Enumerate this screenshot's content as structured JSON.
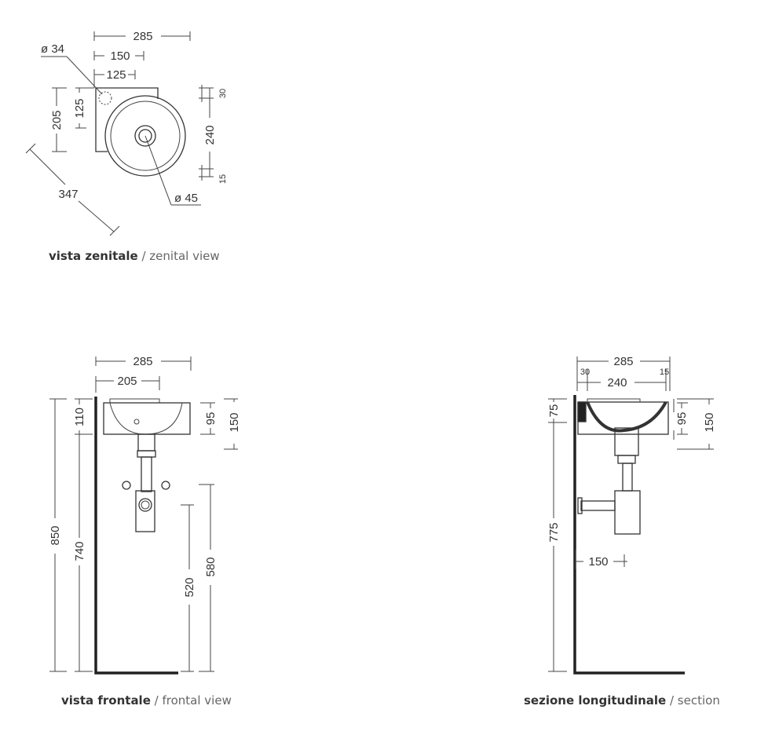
{
  "top_view": {
    "dims": {
      "width_total": "285",
      "width_150": "150",
      "width_125": "125",
      "hole_diameter": "ø 34",
      "depth_205": "205",
      "depth_125": "125",
      "diag_347": "347",
      "drain_diameter": "ø 45",
      "r_30": "30",
      "r_240": "240",
      "r_15": "15"
    },
    "caption_bold": "vista zenitale",
    "caption_sep": " / ",
    "caption_light": "zenital view"
  },
  "front_view": {
    "dims": {
      "width_285": "285",
      "width_205": "205",
      "h_850": "850",
      "h_110": "110",
      "h_740": "740",
      "h_95": "95",
      "h_150": "150",
      "h_580": "580",
      "h_520": "520"
    },
    "caption_bold": "vista frontale",
    "caption_sep": " / ",
    "caption_light": "frontal view"
  },
  "section_view": {
    "dims": {
      "width_285": "285",
      "w_30": "30",
      "w_15": "15",
      "width_240": "240",
      "h_75": "75",
      "h_775": "775",
      "h_95": "95",
      "h_150": "150",
      "trap_150": "150"
    },
    "caption_bold": "sezione longitudinale",
    "caption_sep": " / ",
    "caption_light": "section"
  }
}
